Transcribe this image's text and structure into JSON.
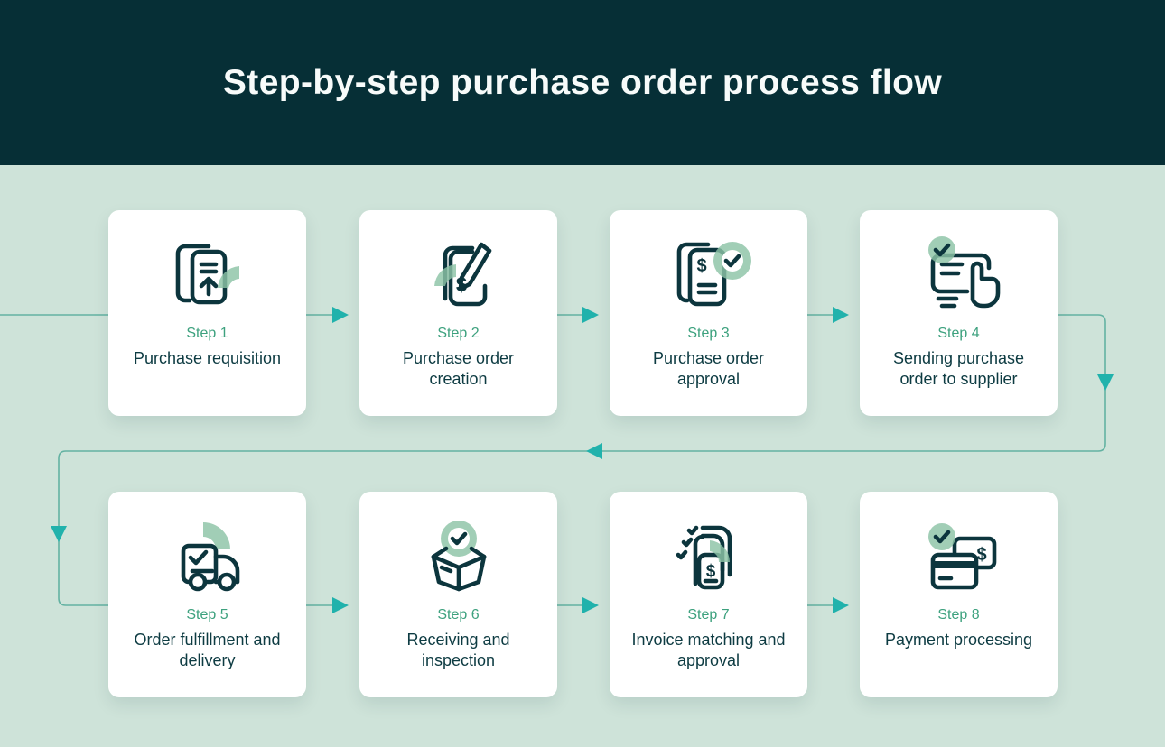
{
  "header": {
    "title": "Step-by-step purchase order process flow"
  },
  "steps": [
    {
      "label": "Step 1",
      "title": "Purchase requisition",
      "icon": "document-upload-icon"
    },
    {
      "label": "Step 2",
      "title": "Purchase order creation",
      "icon": "document-pencil-icon"
    },
    {
      "label": "Step 3",
      "title": "Purchase order approval",
      "icon": "document-approved-icon"
    },
    {
      "label": "Step 4",
      "title": "Sending purchase order to supplier",
      "icon": "send-order-click-icon"
    },
    {
      "label": "Step 5",
      "title": "Order fulfillment and delivery",
      "icon": "delivery-truck-icon"
    },
    {
      "label": "Step 6",
      "title": "Receiving and inspection",
      "icon": "open-box-check-icon"
    },
    {
      "label": "Step 7",
      "title": "Invoice matching and approval",
      "icon": "invoice-check-icon"
    },
    {
      "label": "Step 8",
      "title": "Payment processing",
      "icon": "payment-card-icon"
    }
  ],
  "colors": {
    "header_bg": "#062f36",
    "page_bg": "#cee3d9",
    "card_bg": "#ffffff",
    "step_label": "#3da17e",
    "card_text": "#0d3b42",
    "connector_line": "#63b2a2",
    "arrowhead": "#21b2ac",
    "icon_stroke": "#0c353d",
    "icon_accent": "#8cc3a6"
  }
}
